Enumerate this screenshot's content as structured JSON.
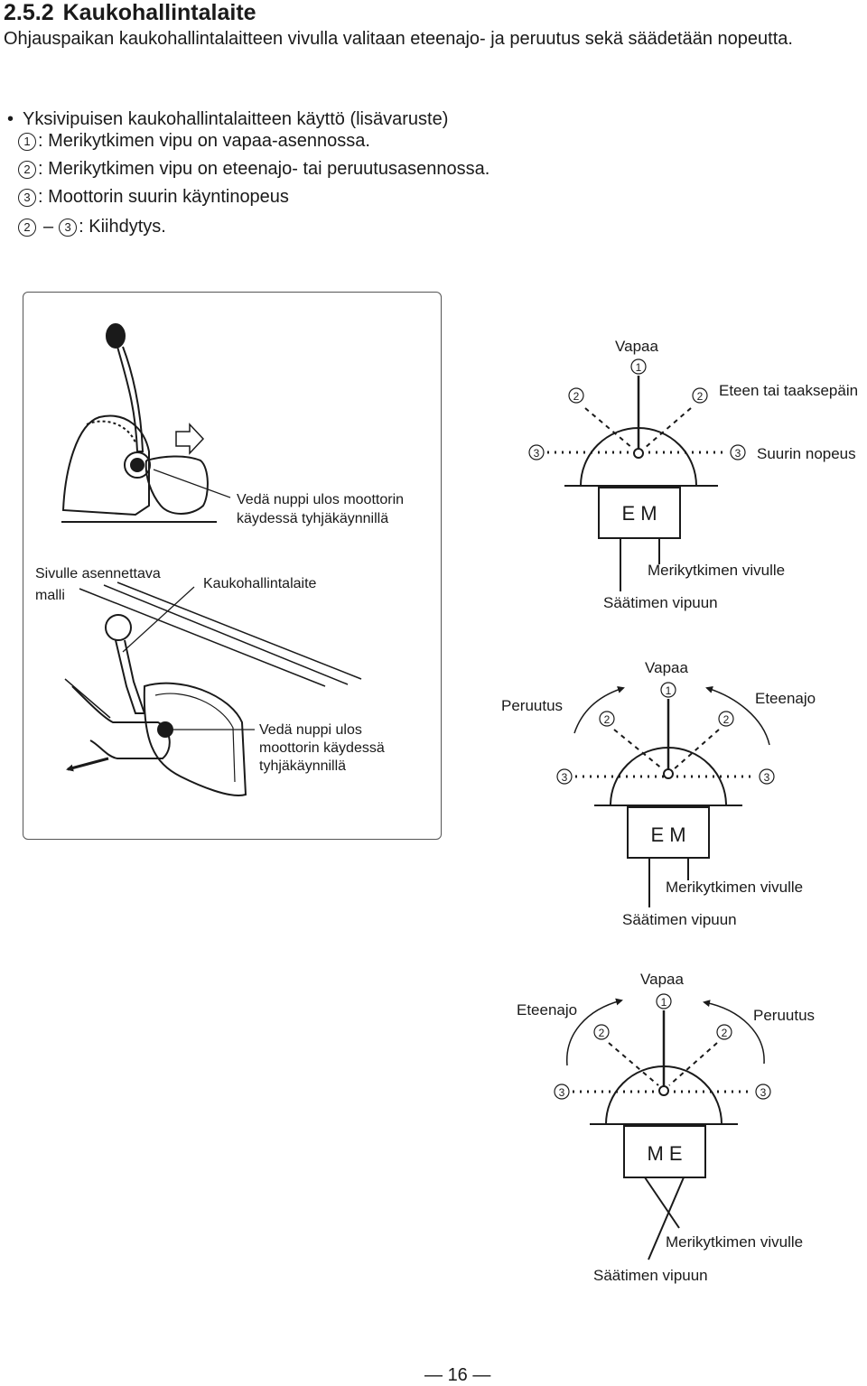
{
  "section": {
    "number": "2.5.2",
    "title": "Kaukohallintalaite",
    "intro": "Ohjauspaikan kaukohallintalaitteen vivulla valitaan eteenajo- ja peruutus sekä säädetään nopeutta."
  },
  "bullet": {
    "title": "Yksivipuisen kaukohallintalaitteen käyttö (lisävaruste)",
    "items": [
      {
        "numbers": [
          "1"
        ],
        "text": ": Merikytkimen vipu on vapaa-asennossa."
      },
      {
        "numbers": [
          "2"
        ],
        "text": ": Merikytkimen vipu on eteenajo- tai peruutusasennossa."
      },
      {
        "numbers": [
          "3"
        ],
        "text": ": Moottorin suurin käyntinopeus"
      },
      {
        "numbers": [
          "2",
          "3"
        ],
        "text": ": Kiihdytys."
      }
    ]
  },
  "illustration": {
    "top_callout": [
      "Vedä nuppi ulos moottorin",
      "käydessä tyhjäkäynnillä"
    ],
    "side_model_label": [
      "Sivulle asennettava",
      "malli"
    ],
    "remote_label": "Kaukohallintalaite",
    "bottom_callout": [
      "Vedä nuppi ulos",
      "moottorin käydessä",
      "tyhjäkäynnillä"
    ]
  },
  "diagram1": {
    "vapaa": "Vapaa",
    "eteen_tai_taaksepain": "Eteen tai taaksepäin",
    "suurin_nopeus": "Suurin nopeus",
    "box_label": "E   M",
    "merikytkimen": "Merikytkimen vivulle",
    "saatimen": "Säätimen vipuun"
  },
  "diagram2": {
    "vapaa": "Vapaa",
    "left_direction": "Peruutus",
    "right_direction": "Eteenajo",
    "box_label": "E   M",
    "merikytkimen": "Merikytkimen vivulle",
    "saatimen": "Säätimen vipuun"
  },
  "diagram3": {
    "vapaa": "Vapaa",
    "left_direction": "Eteenajo",
    "right_direction": "Peruutus",
    "box_label": "M   E",
    "merikytkimen": "Merikytkimen vivulle",
    "saatimen": "Säätimen vipuun"
  },
  "page_number": "16",
  "colors": {
    "text": "#1a1a1a",
    "line": "#1a1a1a",
    "box_border": "#555555"
  }
}
